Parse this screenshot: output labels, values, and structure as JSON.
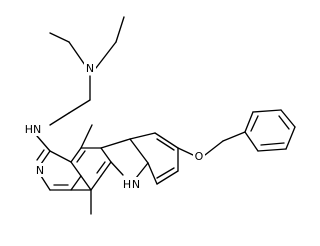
{
  "atoms": {
    "diethylamine_n": "N",
    "amine_hn": "HN",
    "ring_n": "N",
    "ring_nh": "H",
    "ring_nh_n": "N",
    "ether_o": "O"
  }
}
